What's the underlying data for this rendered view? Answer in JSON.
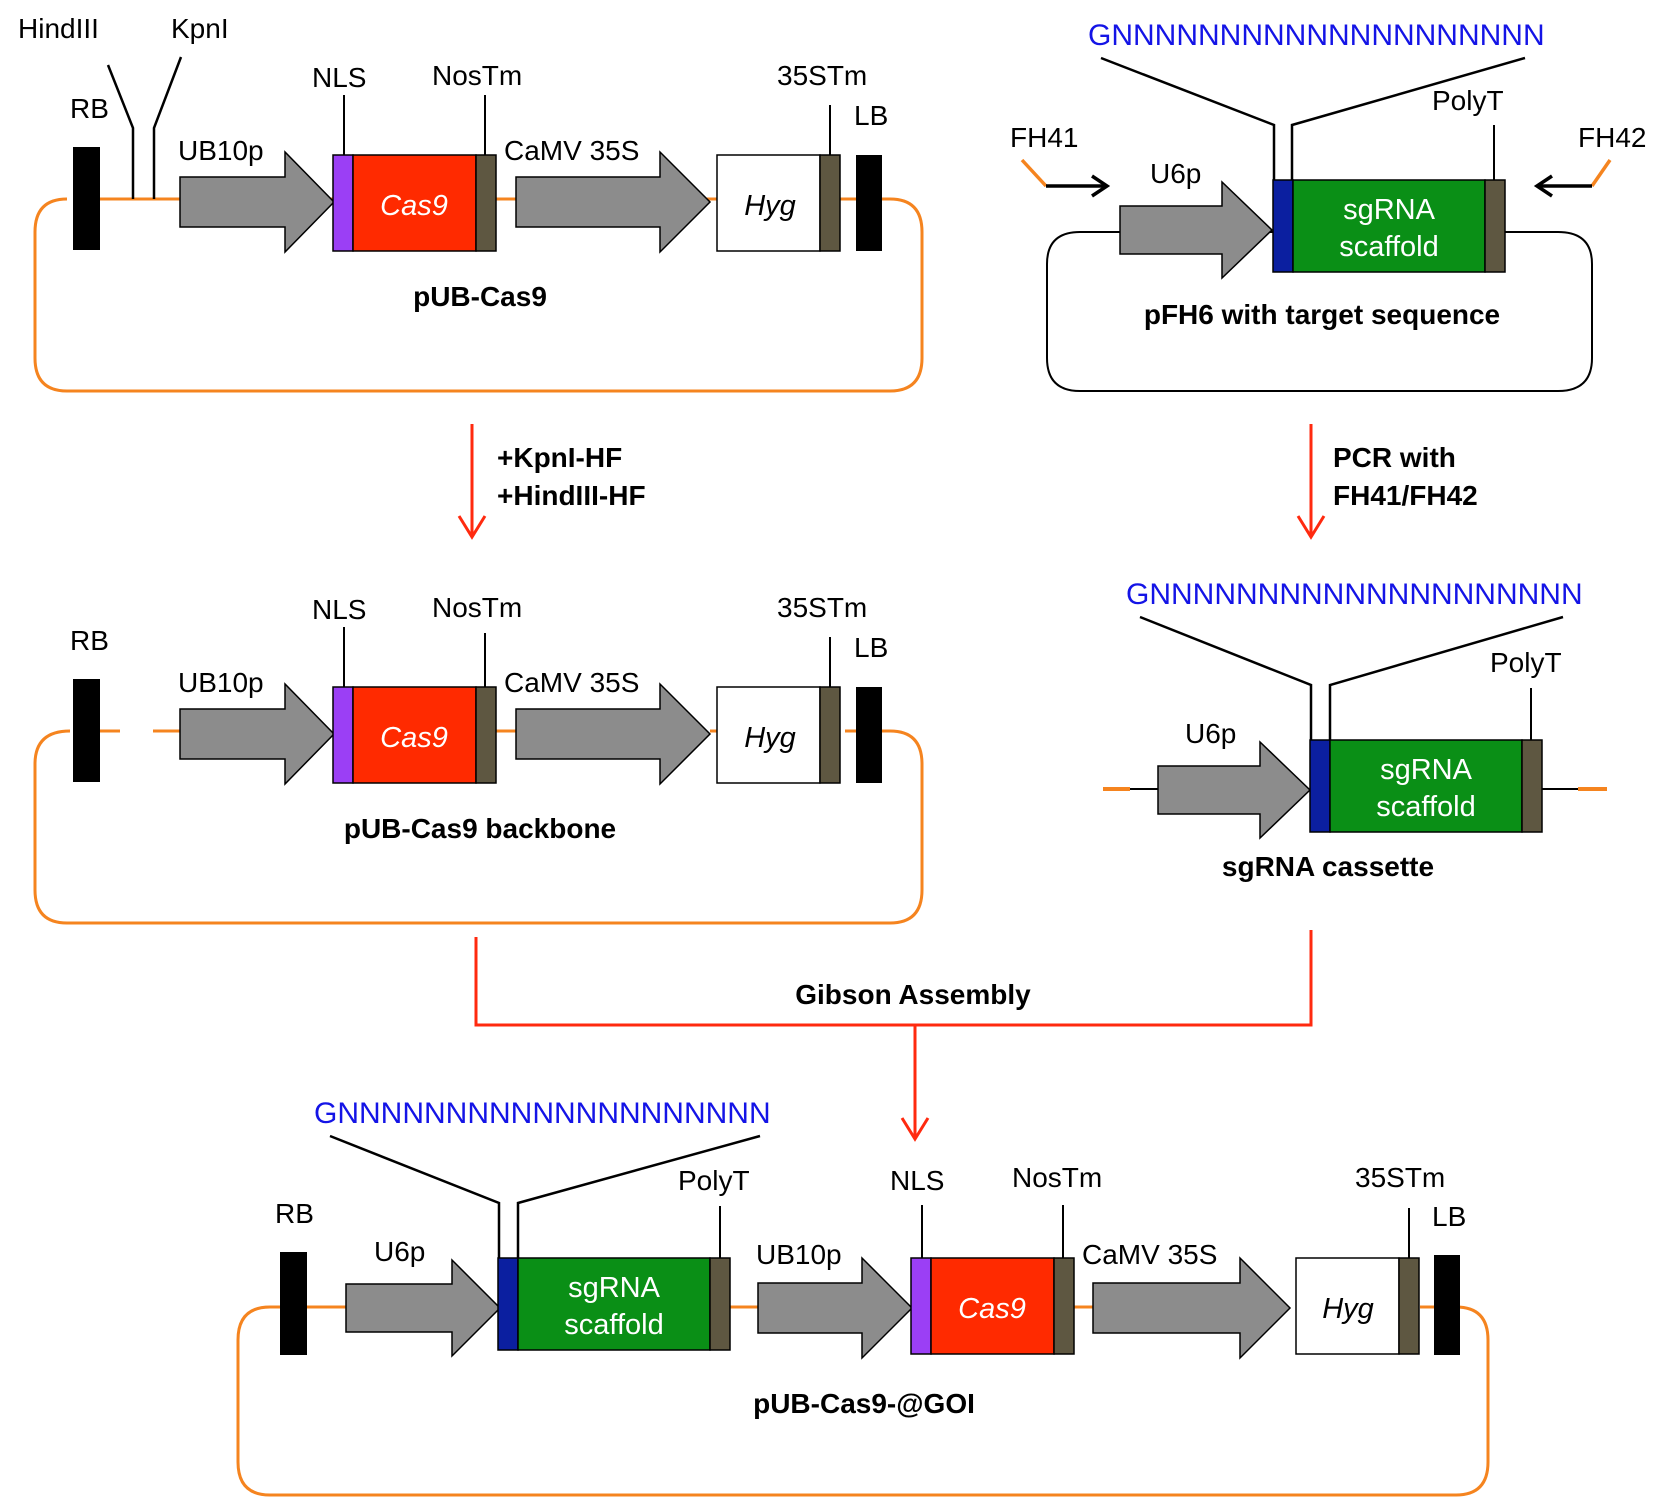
{
  "colors": {
    "backbone": "#f5841f",
    "arrow": "#ff2a0f",
    "promoter": "#8c8c8c",
    "cas9": "#ff2a00",
    "nls": "#9b3ff5",
    "terminator": "#5e5741",
    "target": "#0b1fa0",
    "sgrna": "#0a8f16",
    "seq_text": "#1414e6",
    "border": "#000000"
  },
  "panel_a": {
    "hindiii": "HindIII",
    "kpni": "KpnI",
    "rb": "RB",
    "nls": "NLS",
    "nostm": "NosTm",
    "ub10p": "UB10p",
    "cas9": "Cas9",
    "camv35s": "CaMV 35S",
    "stm35": "35STm",
    "hyg": "Hyg",
    "lb": "LB",
    "name": "pUB-Cas9"
  },
  "panel_b": {
    "seq": "GNNNNNNNNNNNNNNNNNNNN",
    "polyt": "PolyT",
    "fh41": "FH41",
    "fh42": "FH42",
    "u6p": "U6p",
    "sgrna1": "sgRNA",
    "sgrna2": "scaffold",
    "name": "pFH6 with target sequence"
  },
  "step_a": {
    "line1": "+KpnI-HF",
    "line2": "+HindIII-HF"
  },
  "step_b": {
    "line1": "PCR with",
    "line2": "FH41/FH42"
  },
  "panel_c": {
    "rb": "RB",
    "nls": "NLS",
    "nostm": "NosTm",
    "ub10p": "UB10p",
    "cas9": "Cas9",
    "camv35s": "CaMV 35S",
    "stm35": "35STm",
    "hyg": "Hyg",
    "lb": "LB",
    "name": "pUB-Cas9 backbone"
  },
  "panel_d": {
    "seq": "GNNNNNNNNNNNNNNNNNNNN",
    "polyt": "PolyT",
    "u6p": "U6p",
    "sgrna1": "sgRNA",
    "sgrna2": "scaffold",
    "name": "sgRNA cassette"
  },
  "gibson": "Gibson Assembly",
  "panel_e": {
    "seq": "GNNNNNNNNNNNNNNNNNNNN",
    "rb": "RB",
    "u6p": "U6p",
    "sgrna1": "sgRNA",
    "sgrna2": "scaffold",
    "polyt": "PolyT",
    "ub10p": "UB10p",
    "nls": "NLS",
    "cas9": "Cas9",
    "nostm": "NosTm",
    "camv35s": "CaMV 35S",
    "stm35": "35STm",
    "hyg": "Hyg",
    "lb": "LB",
    "name": "pUB-Cas9-@GOI"
  }
}
